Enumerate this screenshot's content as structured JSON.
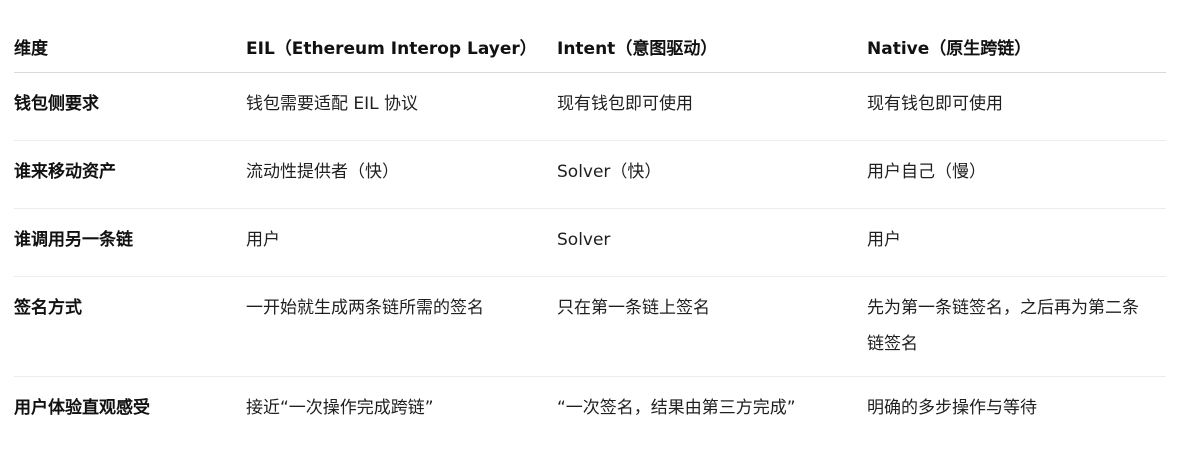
{
  "table": {
    "headers": [
      "维度",
      "EIL（Ethereum Interop Layer）",
      "Intent（意图驱动）",
      "Native（原生跨链）"
    ],
    "rows": [
      {
        "dimension": "钱包侧要求",
        "eil": "钱包需要适配 EIL 协议",
        "intent": "现有钱包即可使用",
        "native": "现有钱包即可使用"
      },
      {
        "dimension": "谁来移动资产",
        "eil": "流动性提供者（快）",
        "intent": "Solver（快）",
        "native": "用户自己（慢）"
      },
      {
        "dimension": "谁调用另一条链",
        "eil": "用户",
        "intent": "Solver",
        "native": "用户"
      },
      {
        "dimension": "签名方式",
        "eil": "一开始就生成两条链所需的签名",
        "intent": "只在第一条链上签名",
        "native": "先为第一条链签名，之后再为第二条链签名"
      },
      {
        "dimension": "用户体验直观感受",
        "eil": "接近“一次操作完成跨链”",
        "intent": "“一次签名，结果由第三方完成”",
        "native": "明确的多步操作与等待"
      }
    ]
  },
  "colors": {
    "header_rule": "#d9d9d9",
    "row_rule": "#ececec",
    "text": "#1f1f1f"
  }
}
